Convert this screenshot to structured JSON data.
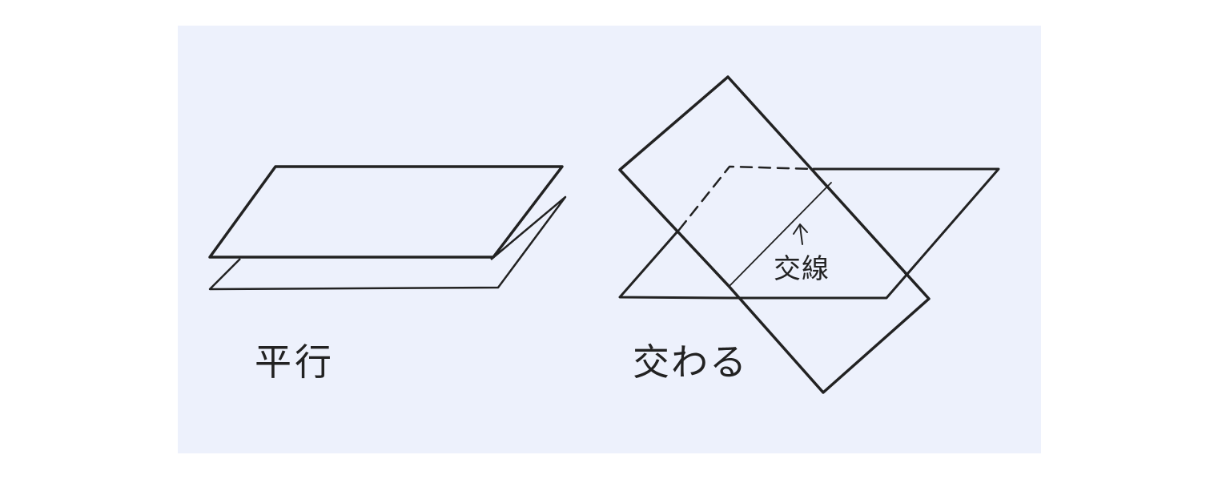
{
  "colors": {
    "background": "#ffffff",
    "panel": "#edf1fc",
    "ink": "#222222"
  },
  "labels": {
    "parallel": "平行",
    "intersecting": "交わる",
    "intersection_line": "交線"
  }
}
